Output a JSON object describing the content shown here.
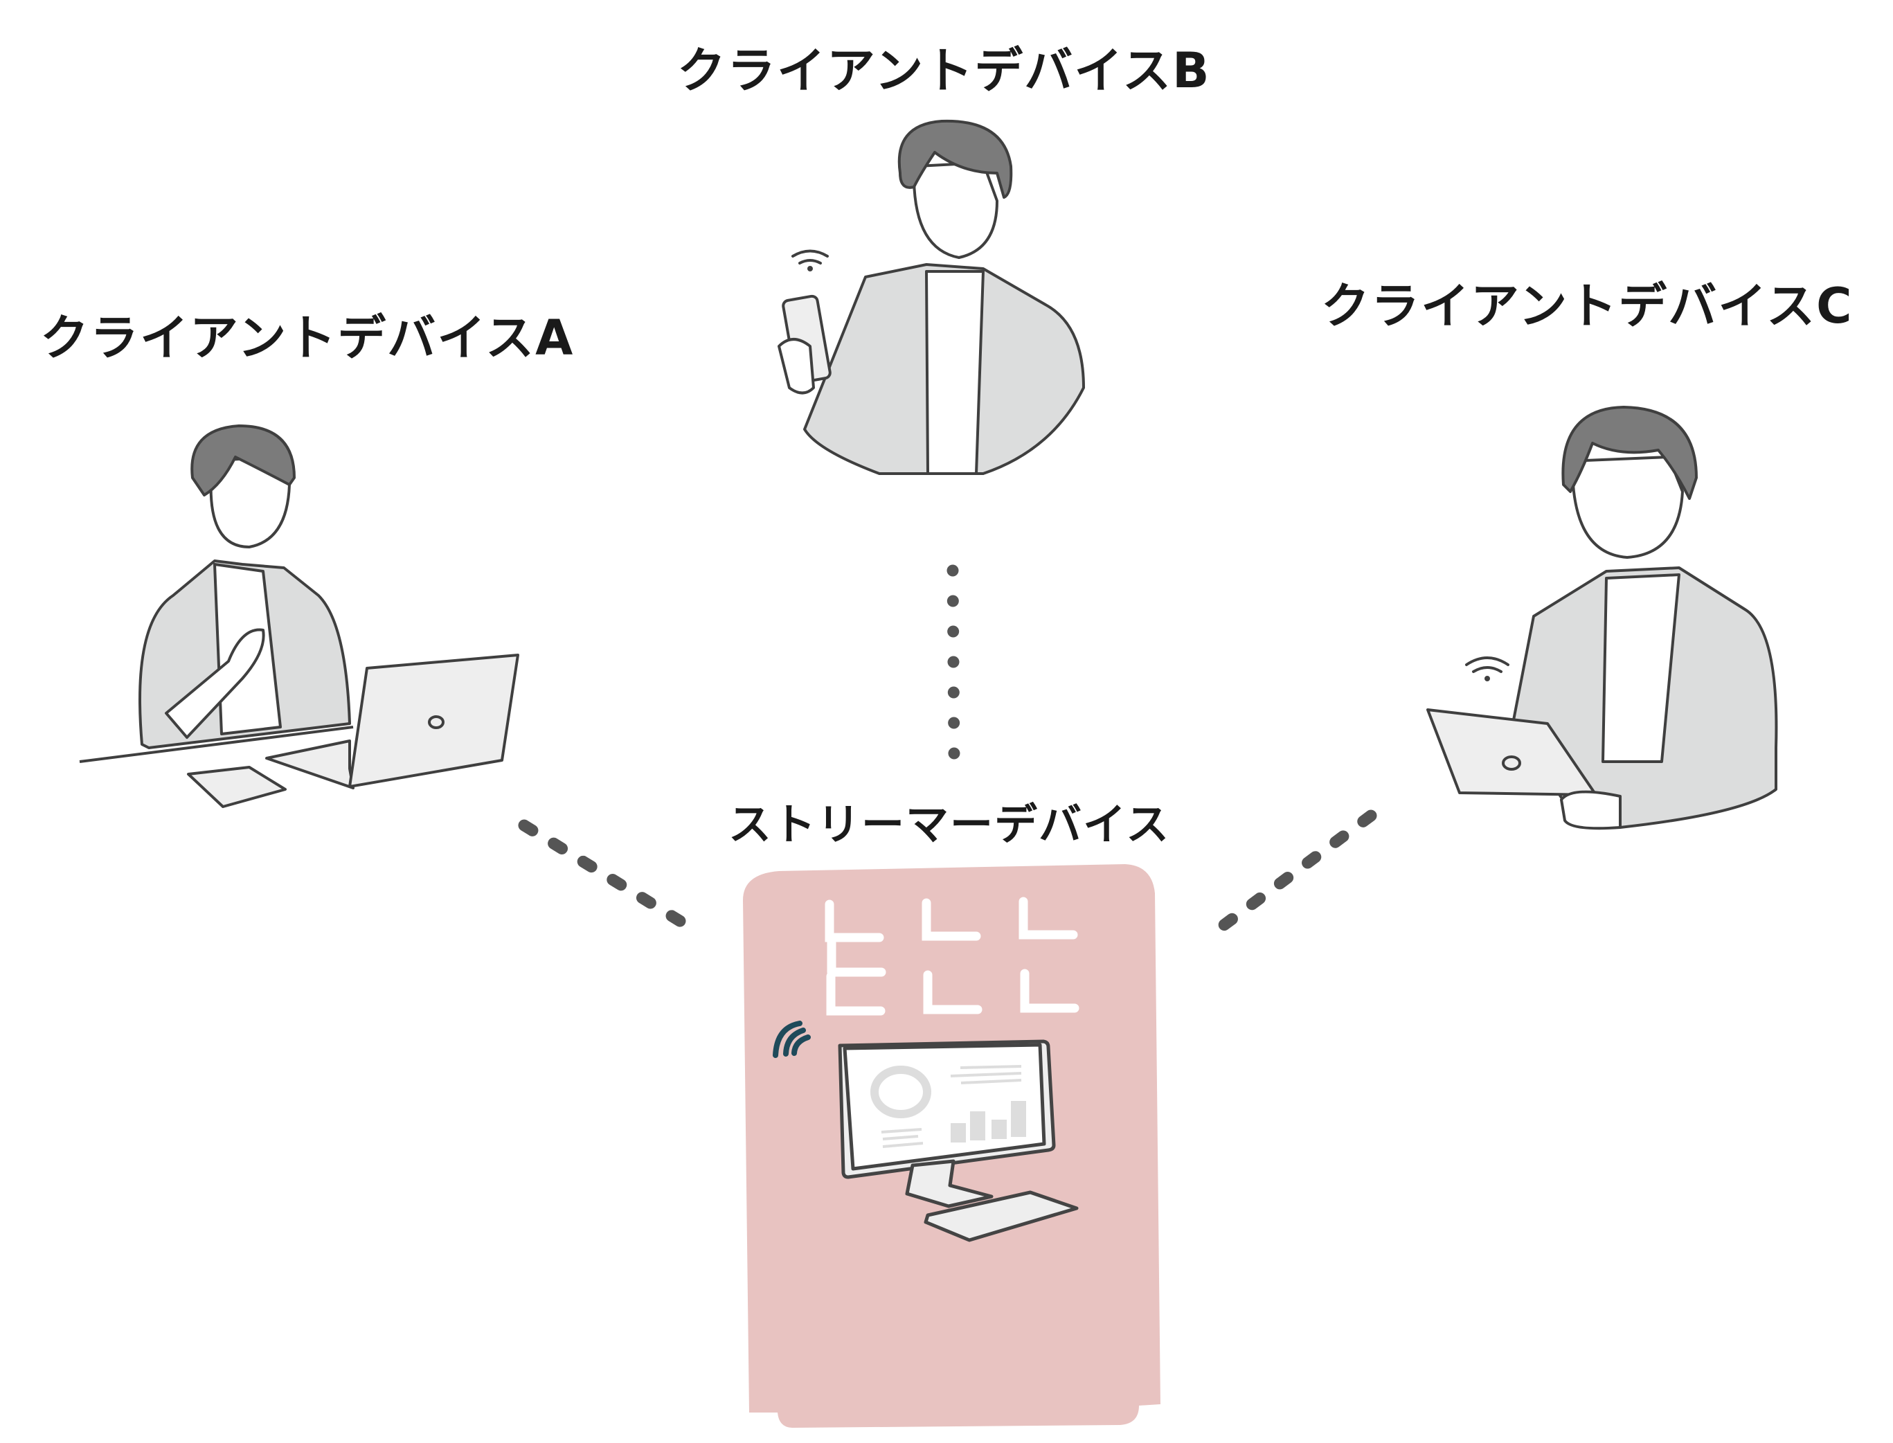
{
  "labels": {
    "client_a": "クライアントデバイスA",
    "client_b": "クライアントデバイスB",
    "client_c": "クライアントデバイスC",
    "streamer": "ストリーマーデバイス"
  },
  "colors": {
    "streamer_bg": "#e8c3c1",
    "connector": "#555555",
    "jacket": "#dcdddd",
    "hair": "#7b7b7b",
    "line": "#3f3f3f",
    "wifi_streamer": "#1f4a5a"
  }
}
